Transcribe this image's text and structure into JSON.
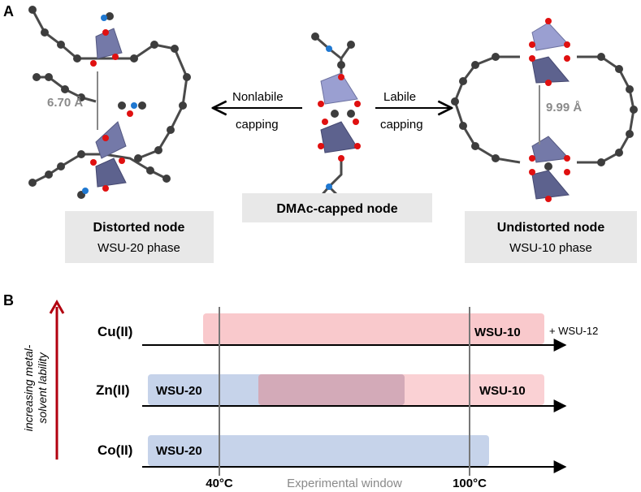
{
  "panel_a": {
    "label": "A",
    "left": {
      "distance": "6.70 Å",
      "title": "Distorted node",
      "subtitle": "WSU-20 phase"
    },
    "center": {
      "title": "DMAc-capped node"
    },
    "right": {
      "distance": "9.99 Å",
      "title": "Undistorted node",
      "subtitle": "WSU-10 phase"
    },
    "arrow_left": {
      "line1": "Nonlabile",
      "line2": "capping"
    },
    "arrow_right": {
      "line1": "Labile",
      "line2": "capping"
    }
  },
  "panel_b": {
    "label": "B",
    "y_axis_label_line1": "increasing metal-",
    "y_axis_label_line2": "solvent lability",
    "rows": [
      {
        "metal": "Cu(II)",
        "bars": [
          {
            "phase": "",
            "color": "#f7c4c8"
          }
        ],
        "right_label": "WSU-10",
        "extra": "+ WSU-12"
      },
      {
        "metal": "Zn(II)",
        "left_label": "WSU-20",
        "right_label": "WSU-10"
      },
      {
        "metal": "Co(II)",
        "left_label": "WSU-20"
      }
    ],
    "temp_low": "40°C",
    "temp_high": "100°C",
    "window_label": "Experimental window",
    "colors": {
      "wsu10": "#f9c9cc",
      "wsu20": "#c6d3ea",
      "overlap": "#d3aab8",
      "arrow": "#b2000f"
    }
  }
}
